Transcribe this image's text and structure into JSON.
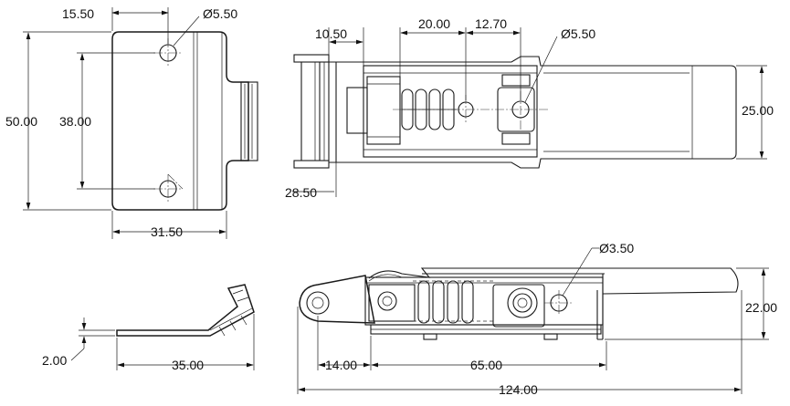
{
  "drawing": {
    "views": {
      "bracket_front": {
        "dims": {
          "width_top": "15.50",
          "hole_dia": "Ø5.50",
          "height_total": "50.00",
          "hole_spacing": "38.00",
          "width_bottom": "31.50"
        }
      },
      "latch_top": {
        "dims": {
          "d1": "10.50",
          "d2": "20.00",
          "d3": "12.70",
          "hole_dia": "Ø5.50",
          "width": "25.00",
          "offset": "28.50"
        }
      },
      "bracket_side": {
        "dims": {
          "thickness": "2.00",
          "length": "35.00"
        }
      },
      "latch_side": {
        "dims": {
          "hole_dia": "Ø3.50",
          "height": "22.00",
          "d_left": "14.00",
          "d_mid": "65.00",
          "total": "124.00"
        }
      }
    }
  }
}
